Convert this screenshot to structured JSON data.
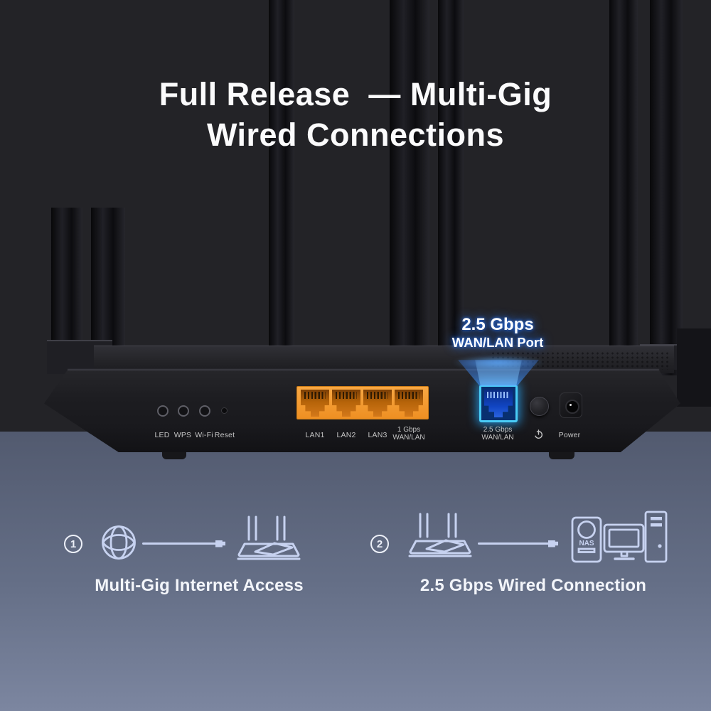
{
  "title": {
    "line1": "Full Release  — Multi-Gig",
    "line2": "Wired Connections"
  },
  "callout": {
    "line1": "2.5 Gbps",
    "line2": "WAN/LAN Port"
  },
  "router_panel": {
    "labels": {
      "led": "LED",
      "wps": "WPS",
      "wifi": "Wi-Fi",
      "reset": "Reset",
      "lan1": "LAN1",
      "lan2": "LAN2",
      "lan3": "LAN3",
      "wan1g_line1": "1 Gbps",
      "wan1g_line2": "WAN/LAN",
      "wan25g_line1": "2.5 Gbps",
      "wan25g_line2": "WAN/LAN",
      "power": "Power"
    },
    "icons": [
      "power-symbol-icon"
    ],
    "ports": {
      "orange_lan_count": 4,
      "blue_multi_gig_count": 1
    }
  },
  "diagrams": {
    "step1": {
      "number": "1",
      "label": "Multi-Gig Internet Access",
      "icons": [
        "globe-icon",
        "cable-plug-icon",
        "router-icon"
      ]
    },
    "step2": {
      "number": "2",
      "label": "2.5 Gbps Wired Connection",
      "nas_text": "NAS",
      "icons": [
        "router-icon",
        "cable-plug-icon",
        "nas-icon",
        "monitor-icon",
        "tower-pc-icon"
      ]
    }
  },
  "colors": {
    "background_top": "#232327",
    "background_bottom_start": "#525a6f",
    "background_bottom_end": "#7c86a0",
    "port_orange": "#f49a38",
    "port_blue_frame": "#49ccf6",
    "beam_blue": "#4296ff",
    "icon_periwinkle": "#c7d2f0",
    "title_white": "#fbfbfc",
    "panel_label_gray": "#c4c4c4"
  }
}
